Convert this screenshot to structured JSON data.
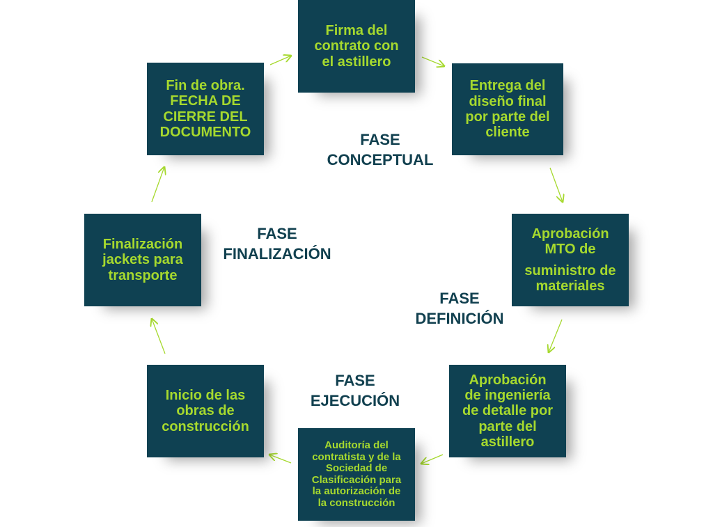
{
  "colors": {
    "box_bg": "#0f4152",
    "box_text": "#a6d92e",
    "arrow": "#a6d92e",
    "phase_text": "#11404f"
  },
  "boxes": [
    {
      "id": "firma",
      "lines": [
        "Firma del",
        "contrato con",
        "el astillero"
      ]
    },
    {
      "id": "entrega",
      "lines": [
        "Entrega del",
        "diseño final",
        "por parte del",
        "cliente"
      ]
    },
    {
      "id": "mto",
      "lines": [
        "Aprobación",
        "MTO de",
        "suministro de",
        "materiales"
      ]
    },
    {
      "id": "ingenieria",
      "lines": [
        "Aprobación",
        "de ingeniería",
        "de detalle por",
        "parte del",
        "astillero"
      ]
    },
    {
      "id": "auditoria",
      "lines": [
        "Auditoría del",
        "contratista y de la",
        "Sociedad de",
        "Clasificación para",
        "la autorización de",
        "la construcción"
      ]
    },
    {
      "id": "inicio",
      "lines": [
        "Inicio de las",
        "obras de",
        "construcción"
      ]
    },
    {
      "id": "finalizacion",
      "lines": [
        "Finalización",
        "jackets para",
        "transporte"
      ]
    },
    {
      "id": "fin",
      "lines": [
        "Fin de obra.",
        "FECHA DE",
        "CIERRE DEL",
        "DOCUMENTO"
      ]
    }
  ],
  "phases": [
    {
      "id": "conceptual",
      "lines": [
        "FASE",
        "CONCEPTUAL"
      ]
    },
    {
      "id": "definicion",
      "lines": [
        "FASE",
        "DEFINICIÓN"
      ]
    },
    {
      "id": "ejecucion",
      "lines": [
        "FASE",
        "EJECUCIÓN"
      ]
    },
    {
      "id": "finalizacion",
      "lines": [
        "FASE",
        "FINALIZACIÓN"
      ]
    }
  ]
}
